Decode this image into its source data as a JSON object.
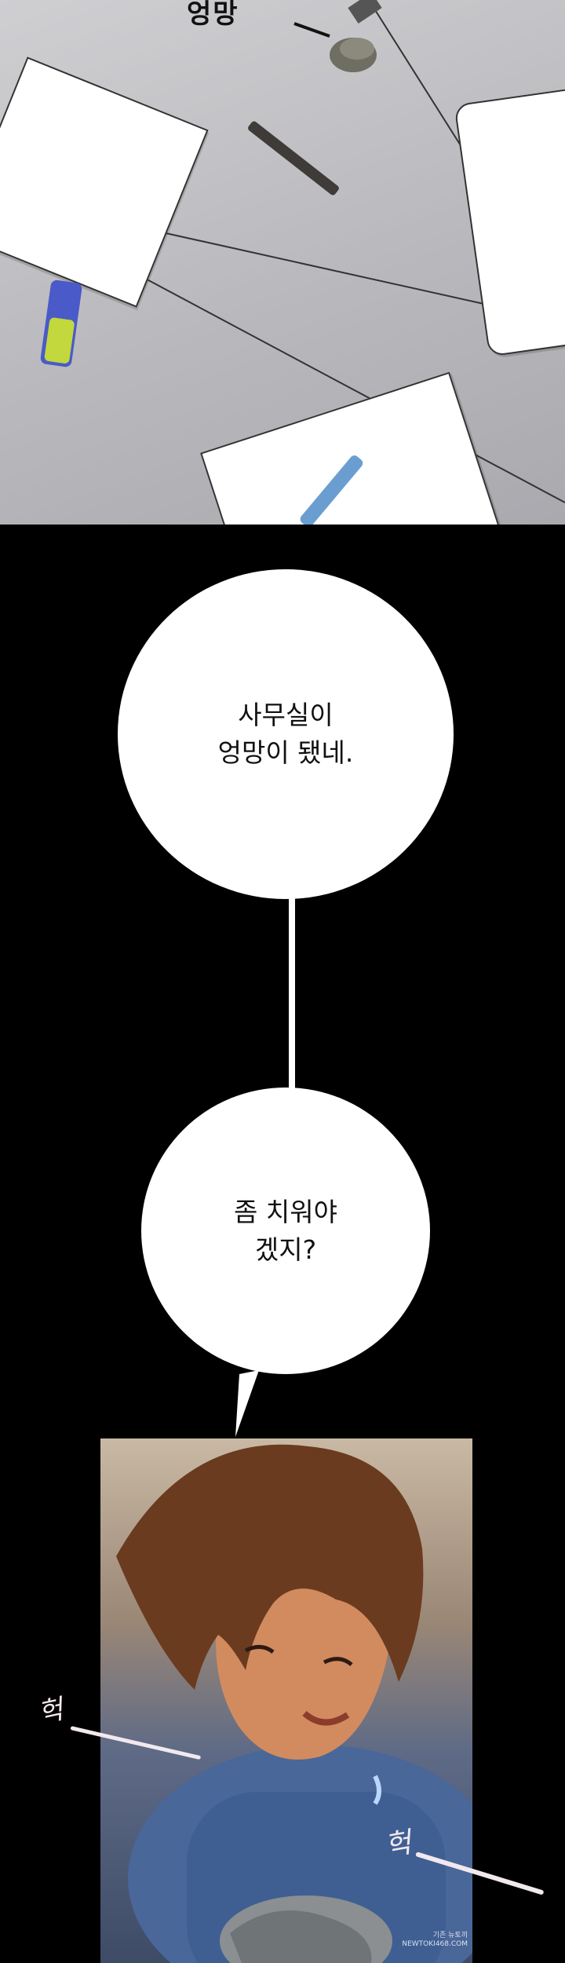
{
  "scene_top": {
    "sfx_text": "엉망"
  },
  "bubbles": {
    "first": "사무실이\n엉망이 됐네.",
    "second": "좀 치워야\n겠지?"
  },
  "sfx": {
    "left": "헉",
    "right": "헉"
  },
  "watermark": {
    "text": "기존 뉴토끼\nNEWTOKI468.COM"
  },
  "colors": {
    "background": "#000000",
    "floor": "#b9b9bd",
    "bubble": "#ffffff",
    "shirt_blue": "#3f5f93",
    "hair_brown": "#6b3b1f"
  }
}
